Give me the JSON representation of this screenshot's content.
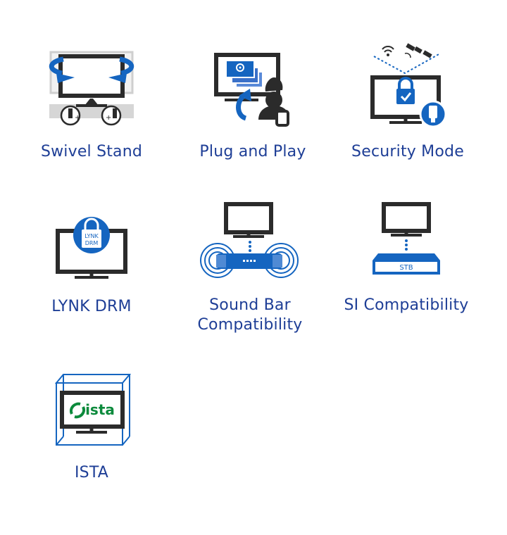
{
  "colors": {
    "blue": "#1565c0",
    "navy": "#1e3e96",
    "dark": "#2b2b2b",
    "gray": "#cfcfcf",
    "green": "#0c8a3c"
  },
  "features": [
    {
      "id": "swivel",
      "label": "Swivel Stand",
      "icon": "swivel-stand-icon"
    },
    {
      "id": "plug",
      "label": "Plug and Play",
      "icon": "plug-and-play-icon"
    },
    {
      "id": "security",
      "label": "Security Mode",
      "icon": "security-mode-icon"
    },
    {
      "id": "lynk",
      "label": "LYNK DRM",
      "icon": "lynk-drm-icon",
      "badge_line1": "LYNK",
      "badge_line2": "DRM"
    },
    {
      "id": "soundbar",
      "label": "Sound Bar\nCompatibility",
      "icon": "sound-bar-icon"
    },
    {
      "id": "si",
      "label": "SI Compatibility",
      "icon": "si-compatibility-icon",
      "box_label": "STB"
    },
    {
      "id": "ista",
      "label": "ISTA",
      "icon": "ista-icon",
      "logo_text": "ista"
    }
  ]
}
